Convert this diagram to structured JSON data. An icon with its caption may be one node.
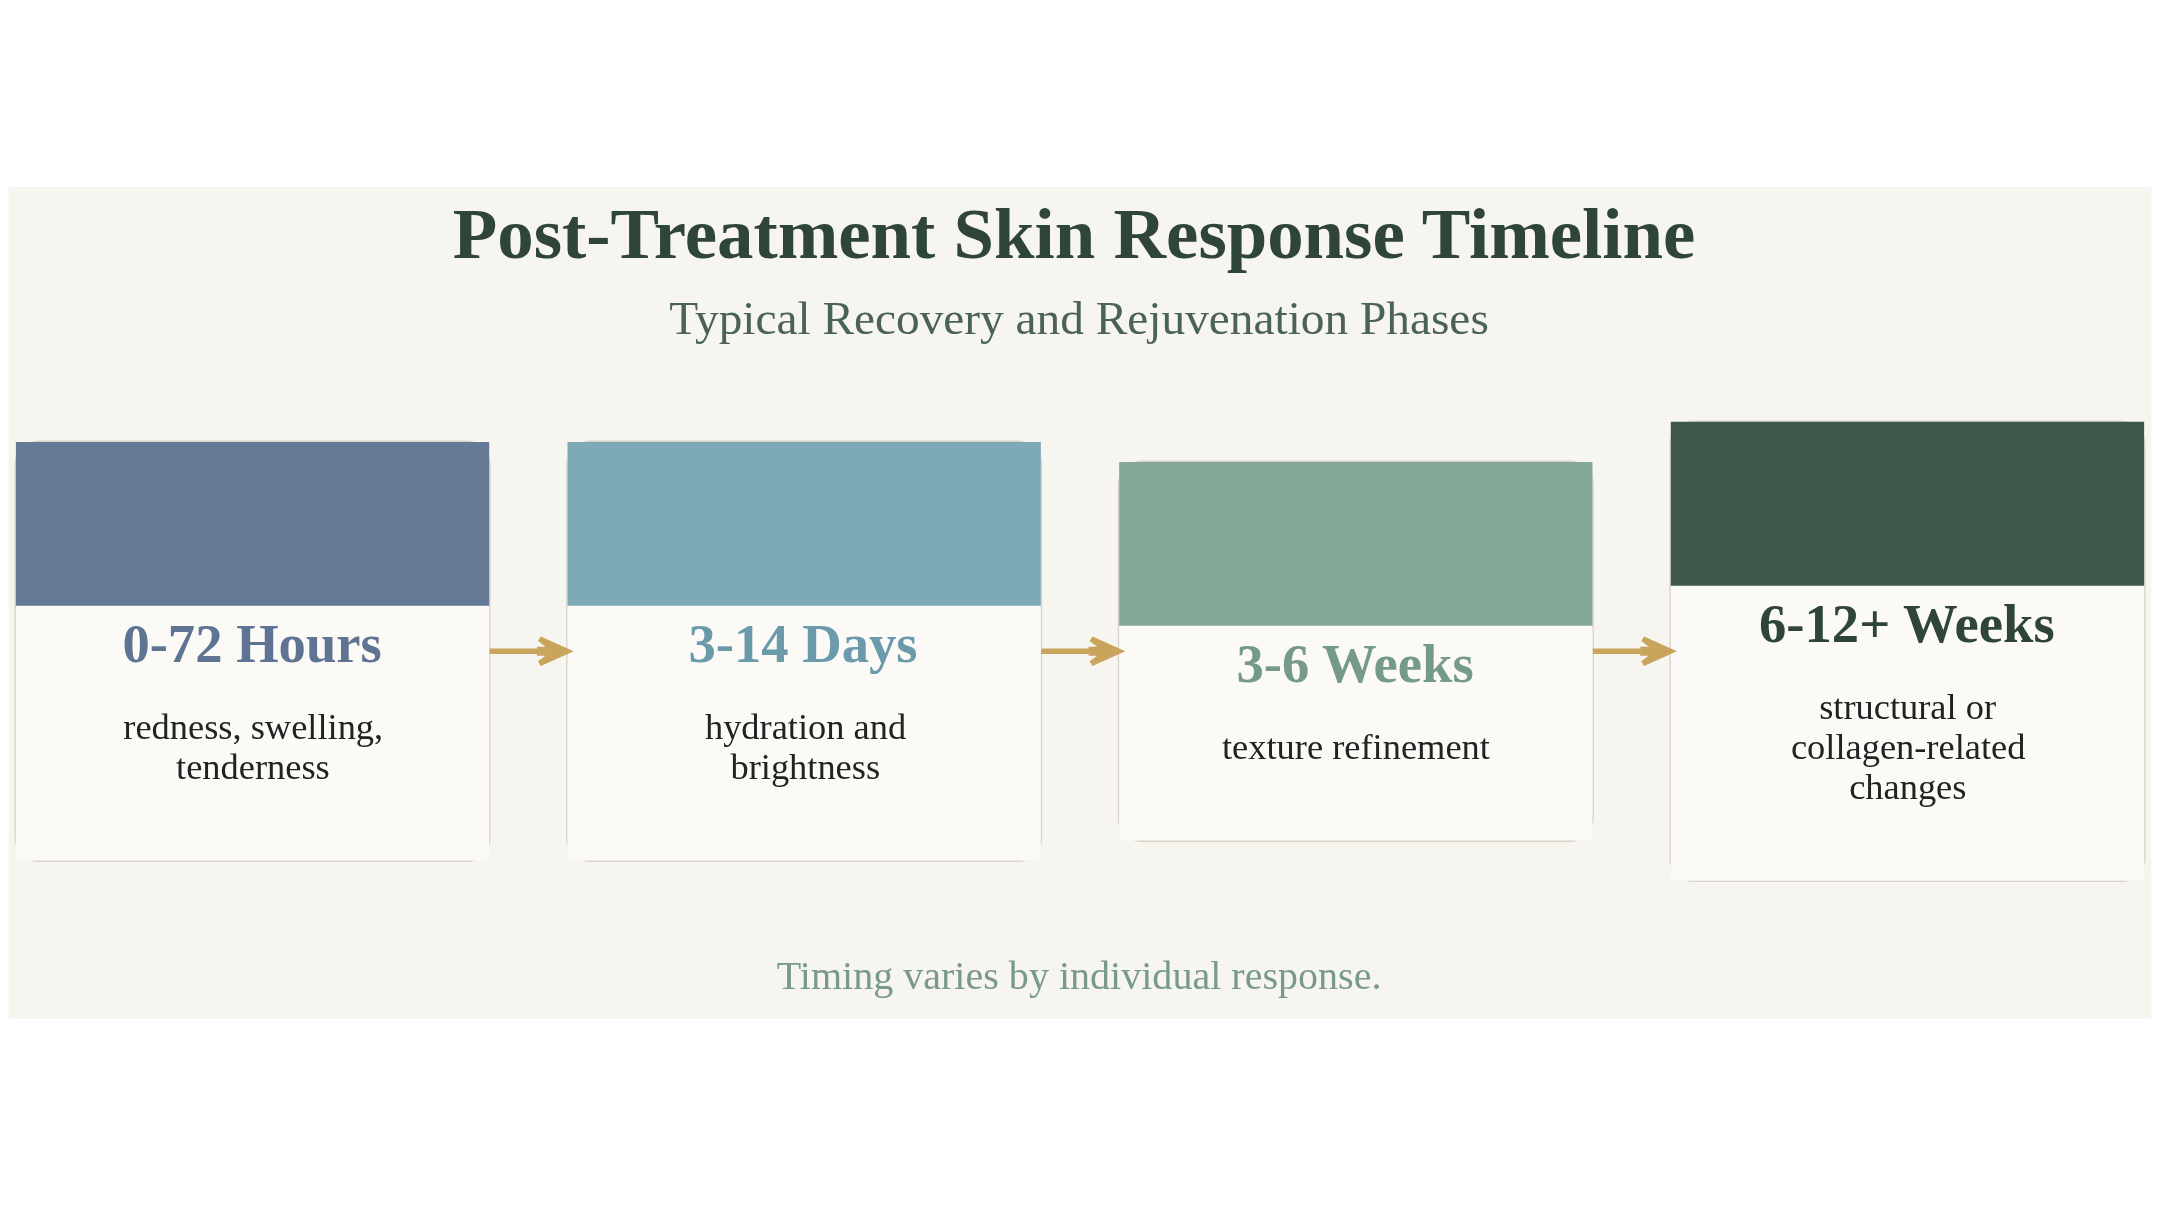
{
  "diagram": {
    "title": "Post-Treatment Skin Response Timeline",
    "nodes": [
      {
        "text": [
          "0-72 Hours",
          "redness, swelling, tenderness"
        ]
      },
      {
        "text": [
          "3-14 Days",
          "hydration and brightness"
        ]
      },
      {
        "text": [
          "3-6 Weeks",
          "texture refinement"
        ]
      },
      {
        "text": [
          "6-12+ Weeks",
          "structural or collagen-related changes"
        ]
      }
    ],
    "edges": [
      {
        "from": 0,
        "to": 1,
        "arrow": "to"
      },
      {
        "from": 1,
        "to": 2,
        "arrow": "to"
      },
      {
        "from": 2,
        "to": 3,
        "arrow": "to"
      }
    ],
    "labels": [
      "Typical Recovery and Rejuvenation Phases",
      "Timing varies by individual response."
    ]
  }
}
